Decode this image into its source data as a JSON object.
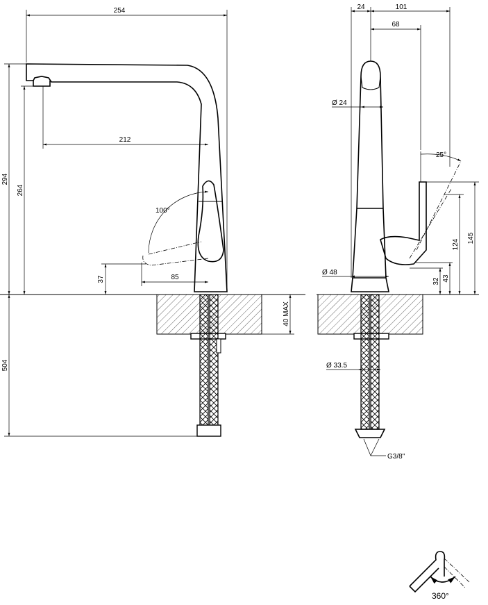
{
  "dimensions": {
    "width_total": "254",
    "height_spout": "294",
    "height_outlet": "264",
    "reach": "212",
    "lever_angle": "100°",
    "lever_height": "37",
    "lever_reach": "85",
    "below_counter": "504",
    "counter_max": "40 MAX",
    "side_offset": "24",
    "side_depth": "101",
    "side_head": "68",
    "spout_diameter": "Ø 24",
    "tilt_angle": "25°",
    "height_145": "145",
    "height_124": "124",
    "height_43": "43",
    "height_32": "32",
    "base_diameter": "Ø 48",
    "pipe_diameter": "Ø 33.5",
    "thread": "G3/8\"",
    "rotation": "360°"
  }
}
